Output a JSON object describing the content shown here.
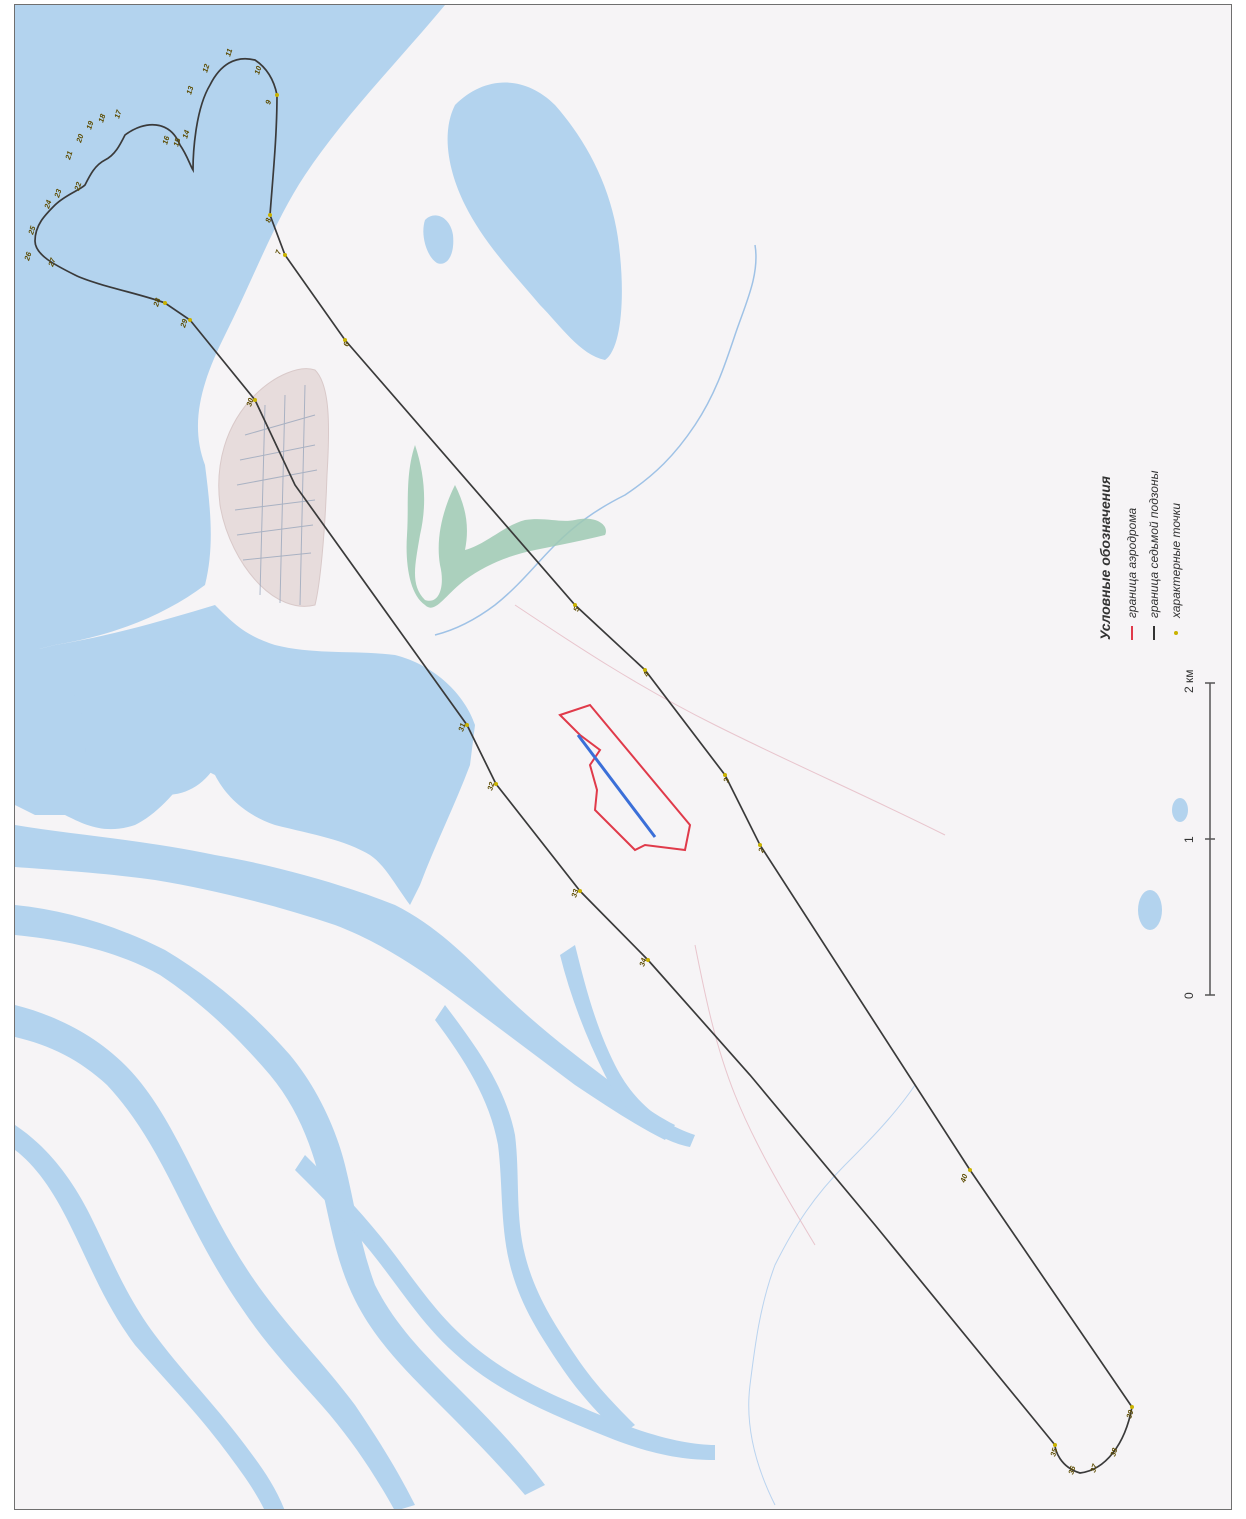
{
  "legend": {
    "title": "Условные обозначения",
    "items": [
      {
        "label": "граница аэродрома",
        "color": "#e03a4a"
      },
      {
        "label": "граница седьмой подзоны",
        "color": "#333333"
      },
      {
        "label": "характерные точки",
        "color": "#c9b200"
      }
    ]
  },
  "scale": {
    "labels": [
      "0",
      "1",
      "2 км"
    ]
  },
  "points": [
    "1",
    "2",
    "3",
    "4",
    "5",
    "6",
    "7",
    "8",
    "9",
    "10",
    "11",
    "12",
    "13",
    "14",
    "15",
    "16",
    "17",
    "18",
    "19",
    "20",
    "21",
    "22",
    "23",
    "24",
    "25",
    "26",
    "27",
    "28",
    "29",
    "30",
    "31",
    "32",
    "33",
    "34",
    "35",
    "36",
    "37",
    "38",
    "39",
    "40"
  ],
  "colors": {
    "water": "#b3d3ee",
    "land": "#f6f4f6",
    "boundary": "#3a3a3a",
    "aerodrome": "#e03a4a",
    "runway": "#3b6fd8",
    "vegetation": "#9ec9b3",
    "urban": "#e7dcdc"
  }
}
